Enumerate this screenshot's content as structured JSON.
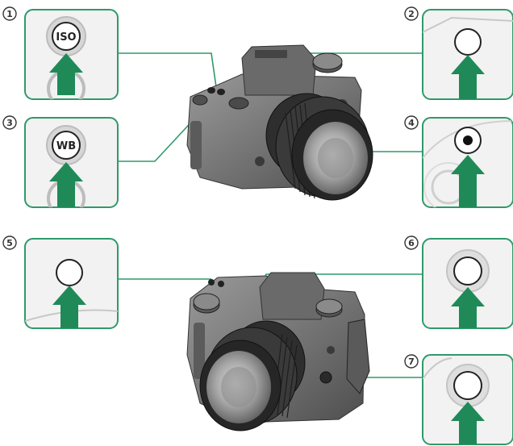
{
  "callouts": [
    {
      "number": "1",
      "button_label": "ISO",
      "button": "iso-button"
    },
    {
      "number": "2",
      "button_label": "",
      "button": "function-button"
    },
    {
      "number": "3",
      "button_label": "WB",
      "button": "wb-button"
    },
    {
      "number": "4",
      "button_label": "",
      "button": "record-button"
    },
    {
      "number": "5",
      "button_label": "",
      "button": "function-button"
    },
    {
      "number": "6",
      "button_label": "",
      "button": "function-button"
    },
    {
      "number": "7",
      "button_label": "",
      "button": "function-button"
    }
  ],
  "colors": {
    "panel_border": "#2e9a6a",
    "arrow": "#1f8a58",
    "leader_line": "#2e9a6a",
    "camera_body": "#7c7c7c",
    "camera_dark": "#3a3a3a",
    "panel_bg": "#f2f2f2"
  }
}
